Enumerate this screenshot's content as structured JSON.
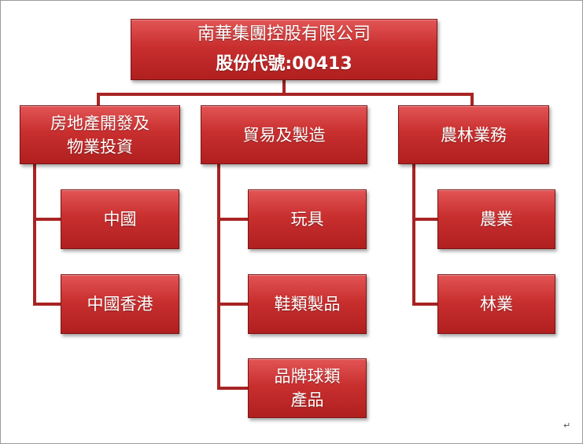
{
  "org_chart": {
    "root": {
      "line1": "南華集團控股有限公司",
      "line2": "股份代號:00413"
    },
    "divisions": [
      {
        "line1": "房地產開發及",
        "line2": "物業投資",
        "children": [
          {
            "label": "中國"
          },
          {
            "label": "中國香港"
          }
        ]
      },
      {
        "line1": "貿易及製造",
        "children": [
          {
            "label": "玩具"
          },
          {
            "label": "鞋類製品"
          },
          {
            "line1": "品牌球類",
            "line2": "產品"
          }
        ]
      },
      {
        "line1": "農林業務",
        "children": [
          {
            "label": "農業"
          },
          {
            "label": "林業"
          }
        ]
      }
    ]
  },
  "paragraph_mark": "↵",
  "colors": {
    "box_fill": "#c0292b",
    "box_border": "#7d1414",
    "connector": "#a82424"
  }
}
